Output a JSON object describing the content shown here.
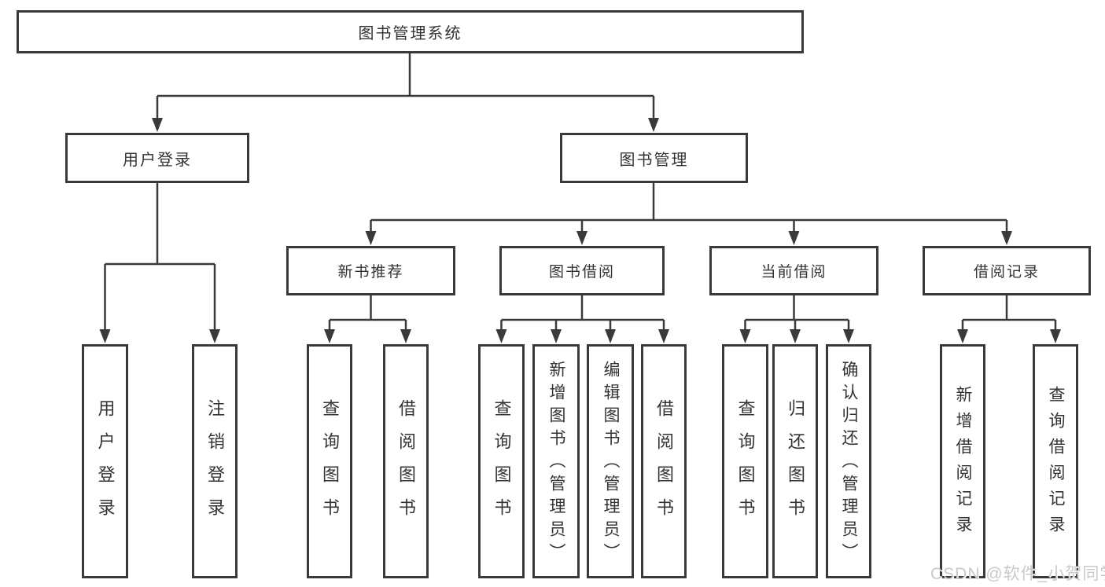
{
  "diagram": {
    "root": {
      "label": "图书管理系统"
    },
    "level2": [
      {
        "id": "user-login",
        "label": "用户登录"
      },
      {
        "id": "book-management",
        "label": "图书管理"
      }
    ],
    "level3": [
      {
        "id": "new-book-recommend",
        "label": "新书推荐"
      },
      {
        "id": "book-borrow",
        "label": "图书借阅"
      },
      {
        "id": "current-borrow",
        "label": "当前借阅"
      },
      {
        "id": "borrow-record",
        "label": "借阅记录"
      }
    ],
    "leaves": {
      "user_login": [
        "用户登录",
        "注销登录"
      ],
      "new_book_recommend": [
        "查询图书",
        "借阅图书"
      ],
      "book_borrow": [
        "查询图书",
        "新增图书（管理员）",
        "编辑图书（管理员）",
        "借阅图书"
      ],
      "current_borrow": [
        "查询图书",
        "归还图书",
        "确认归还（管理员）"
      ],
      "borrow_record": [
        "新增借阅记录",
        "查询借阅记录"
      ]
    }
  },
  "watermark": {
    "text": "CSDN @软件_小贺同学"
  },
  "colors": {
    "line": "#3a3a3a",
    "text": "#333333",
    "watermark": "#c9c9c9",
    "background": "#ffffff"
  }
}
